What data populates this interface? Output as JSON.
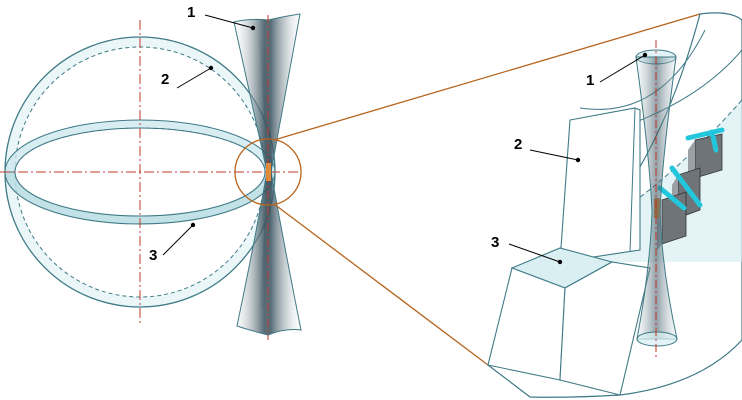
{
  "labels": {
    "left_beam": "1",
    "left_ring_vertical": "2",
    "left_ring_horizontal": "3",
    "right_beam": "1",
    "right_block_upper": "2",
    "right_block_lower": "3"
  },
  "colors": {
    "outline": "#3f7a86",
    "fill_light": "#d9eff2",
    "fill_mid": "#b9dde3",
    "axis": "#c0392b",
    "zoom": "#b5651d",
    "beam_dark": "#3b5360",
    "accent_cyan": "#22c7dd",
    "accent_orange": "#e08a3c",
    "step_gray": "#6f7478"
  }
}
